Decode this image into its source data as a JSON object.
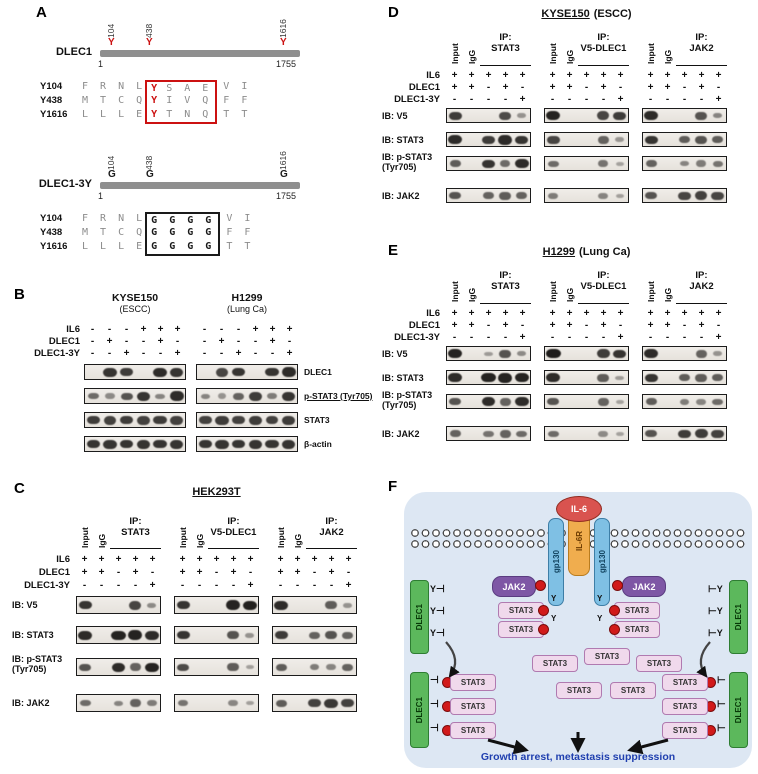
{
  "colors": {
    "accent-red": "#cc1111",
    "band-dark": "#171513",
    "diagram-bg": "#dde7f3",
    "il6-red": "#d9534f",
    "il6r-orange": "#f0ad4e",
    "gp130-blue": "#7fc0e4",
    "jak2-purple": "#7e57a5",
    "stat3-pink": "#f0d9ec",
    "dlec1-green": "#5cb85c",
    "phospho-red": "#d11a1a",
    "caption-blue": "#1f3faf"
  },
  "panel_labels": {
    "a": "A",
    "b": "B",
    "c": "C",
    "d": "D",
    "e": "E",
    "f": "F"
  },
  "panelA": {
    "wt": {
      "name": "DLEC1",
      "positions": [
        "104",
        "438",
        "1616"
      ],
      "residue": "Y",
      "start": "1",
      "end": "1755",
      "rows": [
        {
          "label": "Y104",
          "pre": "F R N L",
          "hl": "Y",
          "mid": "S A E",
          "post": "V I"
        },
        {
          "label": "Y438",
          "pre": "M T C Q",
          "hl": "Y",
          "mid": "I V Q",
          "post": "F F"
        },
        {
          "label": "Y1616",
          "pre": "L L L E",
          "hl": "Y",
          "mid": "T N Q",
          "post": "T T"
        }
      ]
    },
    "mut": {
      "name": "DLEC1-3Y",
      "positions": [
        "104",
        "438",
        "1616"
      ],
      "residue": "G",
      "start": "1",
      "end": "1755",
      "rows": [
        {
          "label": "Y104",
          "pre": "F R N L",
          "box": "G G G G",
          "post": "V I"
        },
        {
          "label": "Y438",
          "pre": "M T C Q",
          "box": "G G G G",
          "post": "F F"
        },
        {
          "label": "Y1616",
          "pre": "L L L E",
          "box": "G G G G",
          "post": "T T"
        }
      ]
    }
  },
  "panelB": {
    "cond": {
      "il6": "IL6",
      "dlec1": "DLEC1",
      "y3": "DLEC1-3Y"
    },
    "antibodies": [
      "DLEC1",
      "p-STAT3 (Tyr705)",
      "STAT3",
      "β-actin"
    ],
    "groups": [
      {
        "name": "KYSE150",
        "sub": "(ESCC)",
        "il6": [
          "-",
          "-",
          "-",
          "+",
          "+",
          "+"
        ],
        "dlec1": [
          "-",
          "+",
          "-",
          "-",
          "+",
          "-"
        ],
        "y3": [
          "-",
          "-",
          "+",
          "-",
          "-",
          "+"
        ],
        "blots": {
          "dlec1": [
            0,
            0.8,
            0.75,
            0,
            0.85,
            0.8
          ],
          "pstat3": [
            0.45,
            0.25,
            0.6,
            0.8,
            0.3,
            0.85
          ],
          "stat3": [
            0.75,
            0.72,
            0.75,
            0.72,
            0.75,
            0.72
          ],
          "actin": [
            0.8,
            0.8,
            0.8,
            0.8,
            0.8,
            0.8
          ]
        }
      },
      {
        "name": "H1299",
        "sub": "(Lung Ca)",
        "il6": [
          "-",
          "-",
          "-",
          "+",
          "+",
          "+"
        ],
        "dlec1": [
          "-",
          "+",
          "-",
          "-",
          "+",
          "-"
        ],
        "y3": [
          "-",
          "-",
          "+",
          "-",
          "-",
          "+"
        ],
        "blots": {
          "dlec1": [
            0,
            0.7,
            0.8,
            0,
            0.8,
            0.85
          ],
          "pstat3": [
            0.3,
            0.2,
            0.5,
            0.75,
            0.35,
            0.8
          ],
          "stat3": [
            0.72,
            0.75,
            0.72,
            0.75,
            0.72,
            0.75
          ],
          "actin": [
            0.8,
            0.8,
            0.8,
            0.8,
            0.8,
            0.8
          ]
        }
      }
    ]
  },
  "panelC": {
    "title": "HEK293T",
    "cond": {
      "il6": "IL6",
      "dlec1": "DLEC1",
      "y3": "DLEC1-3Y"
    },
    "lanes": {
      "input": "Input",
      "igg": "IgG"
    },
    "ib": {
      "v5": "IB: V5",
      "stat3": "IB: STAT3",
      "pstat3": "IB: p-STAT3",
      "pstat3b": "(Tyr705)",
      "jak2": "IB: JAK2"
    },
    "groups": [
      {
        "ip": "IP:",
        "target": "STAT3",
        "il6": [
          "+",
          "+",
          "+",
          "+",
          "+"
        ],
        "dlec1": [
          "+",
          "+",
          "-",
          "+",
          "-"
        ],
        "y3": [
          "-",
          "-",
          "-",
          "-",
          "+"
        ],
        "blots": {
          "v5": [
            0.8,
            0,
            0,
            0.7,
            0.25
          ],
          "stat3": [
            0.85,
            0,
            0.9,
            0.9,
            0.85
          ],
          "pstat3": [
            0.6,
            0,
            0.85,
            0.5,
            0.9
          ],
          "jak2": [
            0.45,
            0,
            0.3,
            0.5,
            0.35
          ]
        }
      },
      {
        "ip": "IP:",
        "target": "V5-DLEC1",
        "il6": [
          "+",
          "+",
          "+",
          "+",
          "+"
        ],
        "dlec1": [
          "+",
          "+",
          "-",
          "+",
          "-"
        ],
        "y3": [
          "-",
          "-",
          "-",
          "-",
          "+"
        ],
        "blots": {
          "v5": [
            0.8,
            0,
            0,
            0.9,
            0.92
          ],
          "stat3": [
            0.8,
            0,
            0,
            0.6,
            0.2
          ],
          "pstat3": [
            0.65,
            0,
            0,
            0.55,
            0.12
          ],
          "jak2": [
            0.4,
            0,
            0,
            0.28,
            0.12
          ]
        }
      },
      {
        "ip": "IP:",
        "target": "JAK2",
        "il6": [
          "+",
          "+",
          "+",
          "+",
          "+"
        ],
        "dlec1": [
          "+",
          "+",
          "-",
          "+",
          "-"
        ],
        "y3": [
          "-",
          "-",
          "-",
          "-",
          "+"
        ],
        "blots": {
          "v5": [
            0.85,
            0,
            0,
            0.55,
            0.2
          ],
          "stat3": [
            0.75,
            0,
            0.5,
            0.6,
            0.5
          ],
          "pstat3": [
            0.55,
            0,
            0.35,
            0.3,
            0.5
          ],
          "jak2": [
            0.55,
            0,
            0.72,
            0.78,
            0.72
          ]
        }
      }
    ]
  },
  "panelD": {
    "title": "KYSE150",
    "title_sub": "(ESCC)",
    "cond": {
      "il6": "IL6",
      "dlec1": "DLEC1",
      "y3": "DLEC1-3Y"
    },
    "lanes": {
      "input": "Input",
      "igg": "IgG"
    },
    "ib": {
      "v5": "IB: V5",
      "stat3": "IB: STAT3",
      "pstat3": "IB: p-STAT3",
      "pstat3b": "(Tyr705)",
      "jak2": "IB: JAK2"
    },
    "groups": [
      {
        "ip": "IP:",
        "target": "STAT3",
        "il6": [
          "+",
          "+",
          "+",
          "+",
          "+"
        ],
        "dlec1": [
          "+",
          "+",
          "-",
          "+",
          "-"
        ],
        "y3": [
          "-",
          "-",
          "-",
          "-",
          "+"
        ],
        "blots": {
          "v5": [
            0.75,
            0,
            0,
            0.65,
            0.2
          ],
          "stat3": [
            0.85,
            0,
            0.75,
            0.85,
            0.8
          ],
          "pstat3": [
            0.55,
            0,
            0.8,
            0.45,
            0.85
          ],
          "jak2": [
            0.6,
            0,
            0.5,
            0.55,
            0.5
          ]
        }
      },
      {
        "ip": "IP:",
        "target": "V5-DLEC1",
        "il6": [
          "+",
          "+",
          "+",
          "+",
          "+"
        ],
        "dlec1": [
          "+",
          "+",
          "-",
          "+",
          "-"
        ],
        "y3": [
          "-",
          "-",
          "-",
          "-",
          "+"
        ],
        "blots": {
          "v5": [
            0.9,
            0,
            0,
            0.7,
            0.75
          ],
          "stat3": [
            0.7,
            0,
            0,
            0.5,
            0.18
          ],
          "pstat3": [
            0.45,
            0,
            0,
            0.4,
            0.1
          ],
          "jak2": [
            0.35,
            0,
            0,
            0.3,
            0.12
          ]
        }
      },
      {
        "ip": "IP:",
        "target": "JAK2",
        "il6": [
          "+",
          "+",
          "+",
          "+",
          "+"
        ],
        "dlec1": [
          "+",
          "+",
          "-",
          "+",
          "-"
        ],
        "y3": [
          "-",
          "-",
          "-",
          "-",
          "+"
        ],
        "blots": {
          "v5": [
            0.85,
            0,
            0,
            0.6,
            0.3
          ],
          "stat3": [
            0.8,
            0,
            0.55,
            0.6,
            0.55
          ],
          "pstat3": [
            0.5,
            0,
            0.3,
            0.35,
            0.4
          ],
          "jak2": [
            0.6,
            0,
            0.7,
            0.72,
            0.7
          ]
        }
      }
    ]
  },
  "panelE": {
    "title": "H1299",
    "title_sub": "(Lung Ca)",
    "cond": {
      "il6": "IL6",
      "dlec1": "DLEC1",
      "y3": "DLEC1-3Y"
    },
    "lanes": {
      "input": "Input",
      "igg": "IgG"
    },
    "ib": {
      "v5": "IB: V5",
      "stat3": "IB: STAT3",
      "pstat3": "IB: p-STAT3",
      "pstat3b": "(Tyr705)",
      "jak2": "IB: JAK2"
    },
    "groups": [
      {
        "ip": "IP:",
        "target": "STAT3",
        "il6": [
          "+",
          "+",
          "+",
          "+",
          "+"
        ],
        "dlec1": [
          "+",
          "+",
          "-",
          "+",
          "-"
        ],
        "y3": [
          "-",
          "-",
          "-",
          "-",
          "+"
        ],
        "blots": {
          "v5": [
            0.9,
            0,
            0.15,
            0.6,
            0.25
          ],
          "stat3": [
            0.85,
            0,
            0.9,
            0.9,
            0.9
          ],
          "pstat3": [
            0.6,
            0,
            0.85,
            0.5,
            0.85
          ],
          "jak2": [
            0.5,
            0,
            0.4,
            0.5,
            0.45
          ]
        }
      },
      {
        "ip": "IP:",
        "target": "V5-DLEC1",
        "il6": [
          "+",
          "+",
          "+",
          "+",
          "+"
        ],
        "dlec1": [
          "+",
          "+",
          "-",
          "+",
          "-"
        ],
        "y3": [
          "-",
          "-",
          "-",
          "-",
          "+"
        ],
        "blots": {
          "v5": [
            0.95,
            0,
            0,
            0.75,
            0.8
          ],
          "stat3": [
            0.85,
            0,
            0,
            0.55,
            0.15
          ],
          "pstat3": [
            0.6,
            0,
            0,
            0.5,
            0.1
          ],
          "jak2": [
            0.45,
            0,
            0,
            0.25,
            0.1
          ]
        }
      },
      {
        "ip": "IP:",
        "target": "JAK2",
        "il6": [
          "+",
          "+",
          "+",
          "+",
          "+"
        ],
        "dlec1": [
          "+",
          "+",
          "-",
          "+",
          "-"
        ],
        "y3": [
          "-",
          "-",
          "-",
          "-",
          "+"
        ],
        "blots": {
          "v5": [
            0.85,
            0,
            0,
            0.5,
            0.2
          ],
          "stat3": [
            0.8,
            0,
            0.55,
            0.55,
            0.55
          ],
          "pstat3": [
            0.55,
            0,
            0.35,
            0.3,
            0.45
          ],
          "jak2": [
            0.6,
            0,
            0.75,
            0.75,
            0.72
          ]
        }
      }
    ]
  },
  "panelF": {
    "il6": "IL-6",
    "il6r": "IL-6R",
    "gp130": "gp130",
    "jak2": "JAK2",
    "stat3": "STAT3",
    "dlec1": "DLEC1",
    "phospho_y": "Y",
    "tack_out": "⊣",
    "tack_in": "⊢",
    "caption": "Growth arrest, metastasis suppression"
  }
}
